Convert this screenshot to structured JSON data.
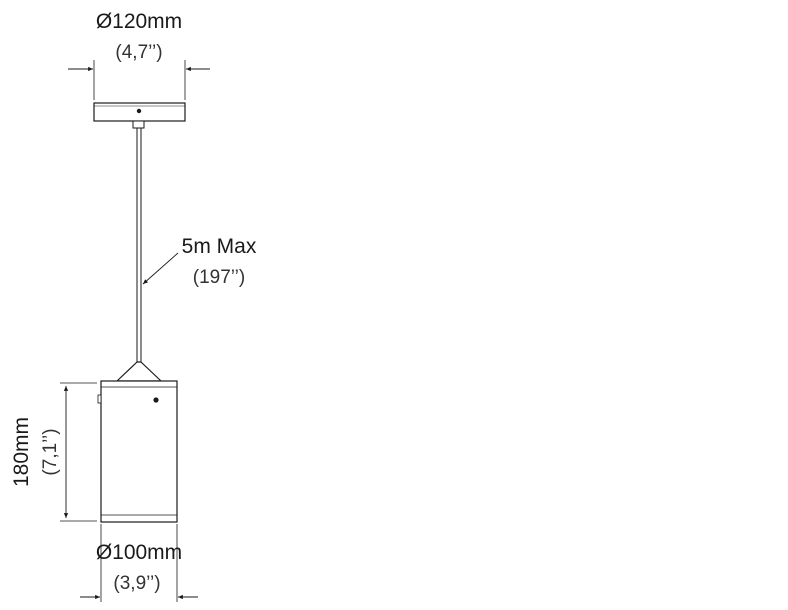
{
  "dimensions": {
    "top_diameter": {
      "metric": "Ø120mm",
      "imperial": "(4,7’’)"
    },
    "cable_length": {
      "metric": "5m Max",
      "imperial": "(197’’)"
    },
    "height": {
      "metric": "180mm",
      "imperial": "(7,1’’)"
    },
    "bottom_diameter": {
      "metric": "Ø100mm",
      "imperial": "(3,9’’)"
    }
  },
  "colors": {
    "line": "#1a1a1a",
    "text": "#1a1a1a",
    "background": "#ffffff"
  }
}
